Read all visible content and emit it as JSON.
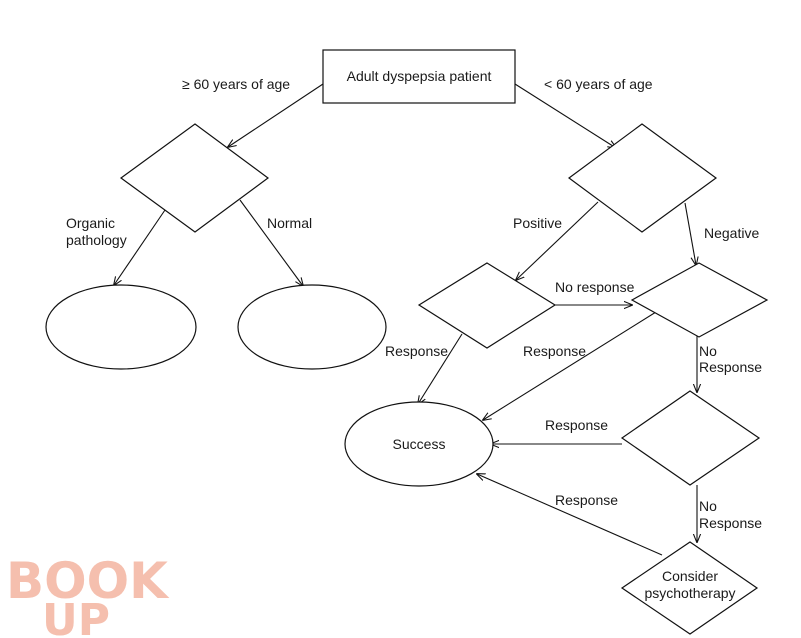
{
  "nodes": {
    "start": "Adult dyspepsia patient",
    "success": "Success",
    "consider": [
      "Consider",
      "psychotherapy"
    ]
  },
  "edge_labels": {
    "age_over": "≥ 60 years of age",
    "age_under": "< 60 years of age",
    "organic": [
      "Organic",
      "pathology"
    ],
    "normal": "Normal",
    "positive": "Positive",
    "negative": "Negative",
    "no_response_mid": "No response",
    "response_left": "Response",
    "response_mid": "Response",
    "no_response_right1": [
      "No",
      "Response"
    ],
    "response_d5": "Response",
    "no_response_right2": [
      "No",
      "Response"
    ],
    "response_bottom": "Response"
  },
  "watermark": {
    "line1": "BOOK",
    "line2": "UP",
    "color": "#f4b9a6"
  }
}
